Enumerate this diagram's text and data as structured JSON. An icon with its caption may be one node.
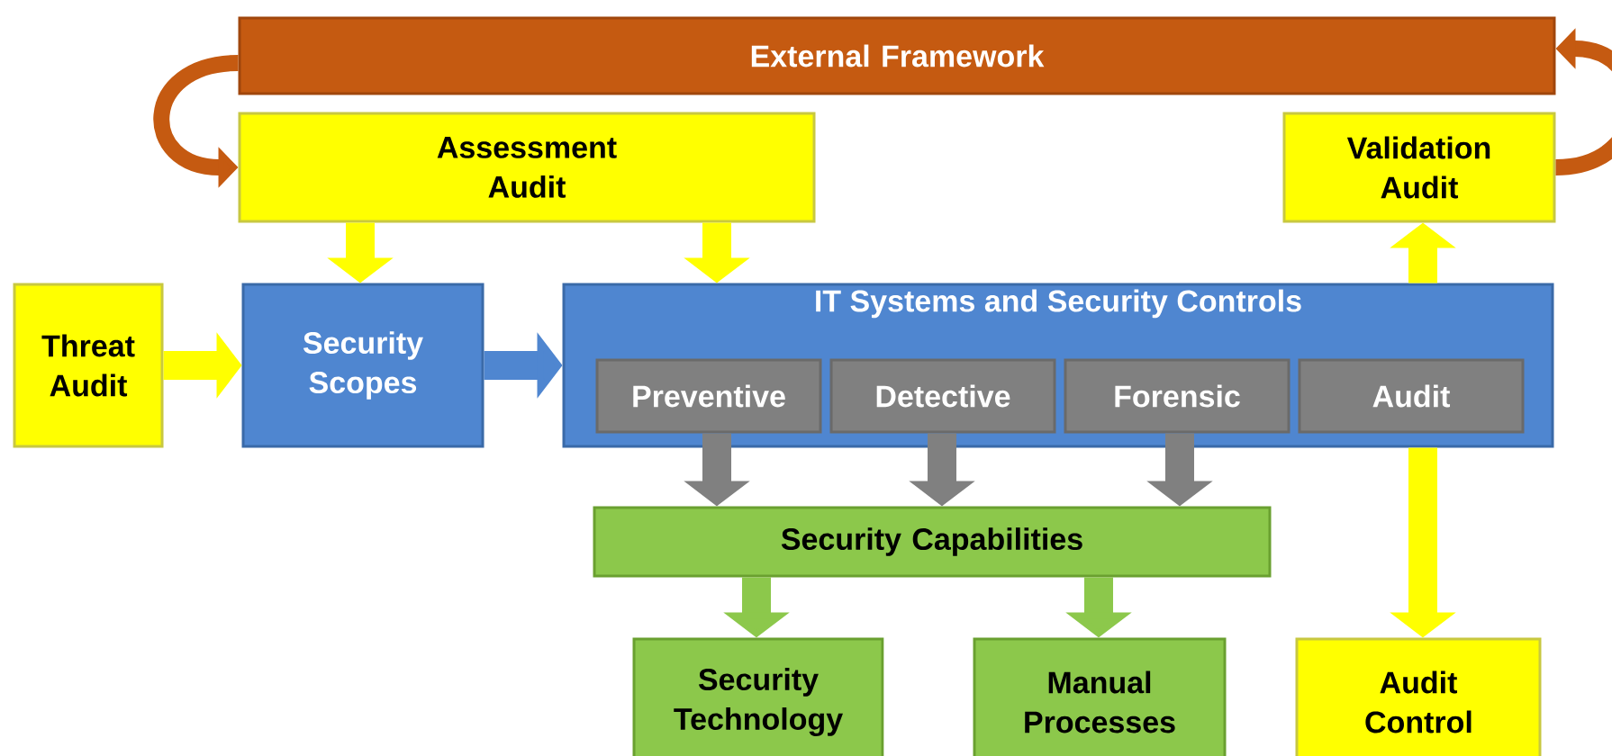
{
  "diagram": {
    "nodes": [
      {
        "text": [
          "External Framework"
        ]
      },
      {
        "text": [
          "Assessment Audit"
        ]
      },
      {
        "text": [
          "Validation Audit"
        ]
      },
      {
        "text": [
          "Threat Audit"
        ]
      },
      {
        "text": [
          "Security Scopes"
        ]
      },
      {
        "text": [
          "IT Systems and Security Controls"
        ]
      },
      {
        "text": [
          "Preventive"
        ],
        "in": 5
      },
      {
        "text": [
          "Detective"
        ],
        "in": 5
      },
      {
        "text": [
          "Forensic"
        ],
        "in": 5
      },
      {
        "text": [
          "Audit"
        ],
        "in": 5
      },
      {
        "text": [
          "Security Capabilities"
        ]
      },
      {
        "text": [
          "Security Technology"
        ]
      },
      {
        "text": [
          "Manual Processes"
        ]
      },
      {
        "text": [
          "Audit Control"
        ]
      }
    ],
    "edges": [
      {
        "from": 0,
        "to": 1,
        "arrow": "to",
        "color": "#c55a11"
      },
      {
        "from": 2,
        "to": 0,
        "arrow": "to",
        "color": "#c55a11"
      },
      {
        "from": 1,
        "to": 4,
        "arrow": "to"
      },
      {
        "from": 1,
        "to": 5,
        "arrow": "to"
      },
      {
        "from": 3,
        "to": 4,
        "arrow": "to"
      },
      {
        "from": 4,
        "to": 5,
        "arrow": "to",
        "color": "#4f86d0"
      },
      {
        "from": 5,
        "to": 2,
        "arrow": "to"
      },
      {
        "from": 5,
        "to": 13,
        "arrow": "to"
      },
      {
        "from": 6,
        "to": 10,
        "arrow": "to",
        "color": "#808080"
      },
      {
        "from": 7,
        "to": 10,
        "arrow": "to",
        "color": "#808080"
      },
      {
        "from": 8,
        "to": 10,
        "arrow": "to",
        "color": "#808080"
      },
      {
        "from": 10,
        "to": 11,
        "arrow": "to",
        "color": "#8cc84b"
      },
      {
        "from": 10,
        "to": 12,
        "arrow": "to",
        "color": "#8cc84b"
      }
    ]
  }
}
